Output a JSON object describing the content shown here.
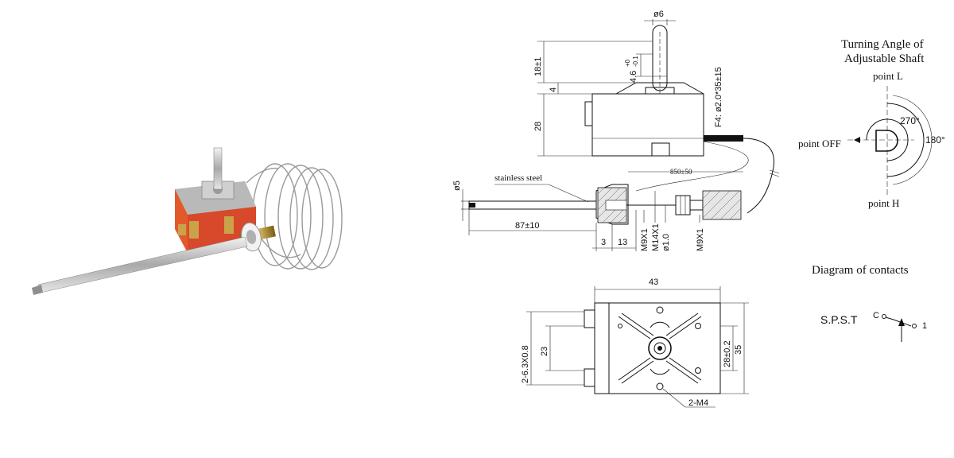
{
  "side_view": {
    "d_shaft": "ø6",
    "h_shaft": "18±1",
    "flat": "4.6",
    "flat_tol_plus": "+0",
    "flat_tol_minus": "-0.1",
    "h_step": "4",
    "h_body": "28",
    "capillary_spec": "F4: ø2.0*35±15",
    "capillary_len": "850±50",
    "material_label": "stainless steel",
    "d_bulb": "ø5",
    "bulb_len": "87±10",
    "dim_3": "3",
    "dim_13": "13",
    "thread_m9": "M9X1",
    "thread_m14": "M14X1",
    "d_hole": "ø1.0",
    "thread_m9_nut": "M9X1"
  },
  "front_view": {
    "width": "43",
    "terminals": "2-6.3X0.8",
    "dim_23": "23",
    "dim_28": "28±0.2",
    "dim_35": "35",
    "screws": "2-M4"
  },
  "angle": {
    "title_line1": "Turning Angle of",
    "title_line2": "Adjustable Shaft",
    "point_l": "point L",
    "point_off": "point OFF",
    "point_h": "point H",
    "angle_270": "270°",
    "angle_180": "180°"
  },
  "contacts": {
    "title": "Diagram of contacts",
    "type": "S.P.S.T",
    "terminal_c": "C",
    "terminal_1": "1"
  }
}
